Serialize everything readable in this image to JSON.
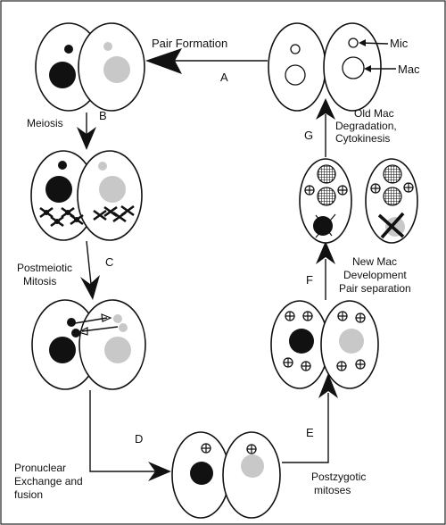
{
  "labels": {
    "pair_formation": "Pair Formation",
    "mic": "Mic",
    "mac": "Mac",
    "old_mac_1": "Old Mac",
    "old_mac_2": "Degradation,",
    "old_mac_3": "Cytokinesis",
    "meiosis": "Meiosis",
    "postmeiotic_1": "Postmeiotic",
    "postmeiotic_2": "Mitosis",
    "new_mac_1": "New Mac",
    "new_mac_2": "Development",
    "new_mac_3": "Pair separation",
    "pronuclear_1": "Pronuclear",
    "pronuclear_2": "Exchange and",
    "pronuclear_3": "fusion",
    "postzygotic_1": "Postzygotic",
    "postzygotic_2": "mitoses"
  },
  "step_letters": {
    "a": "A",
    "b": "B",
    "c": "C",
    "d": "D",
    "e": "E",
    "f": "F",
    "g": "G"
  },
  "colors": {
    "dark_nucleus": "#111111",
    "light_nucleus": "#c8c8c8",
    "outline": "#111111"
  }
}
